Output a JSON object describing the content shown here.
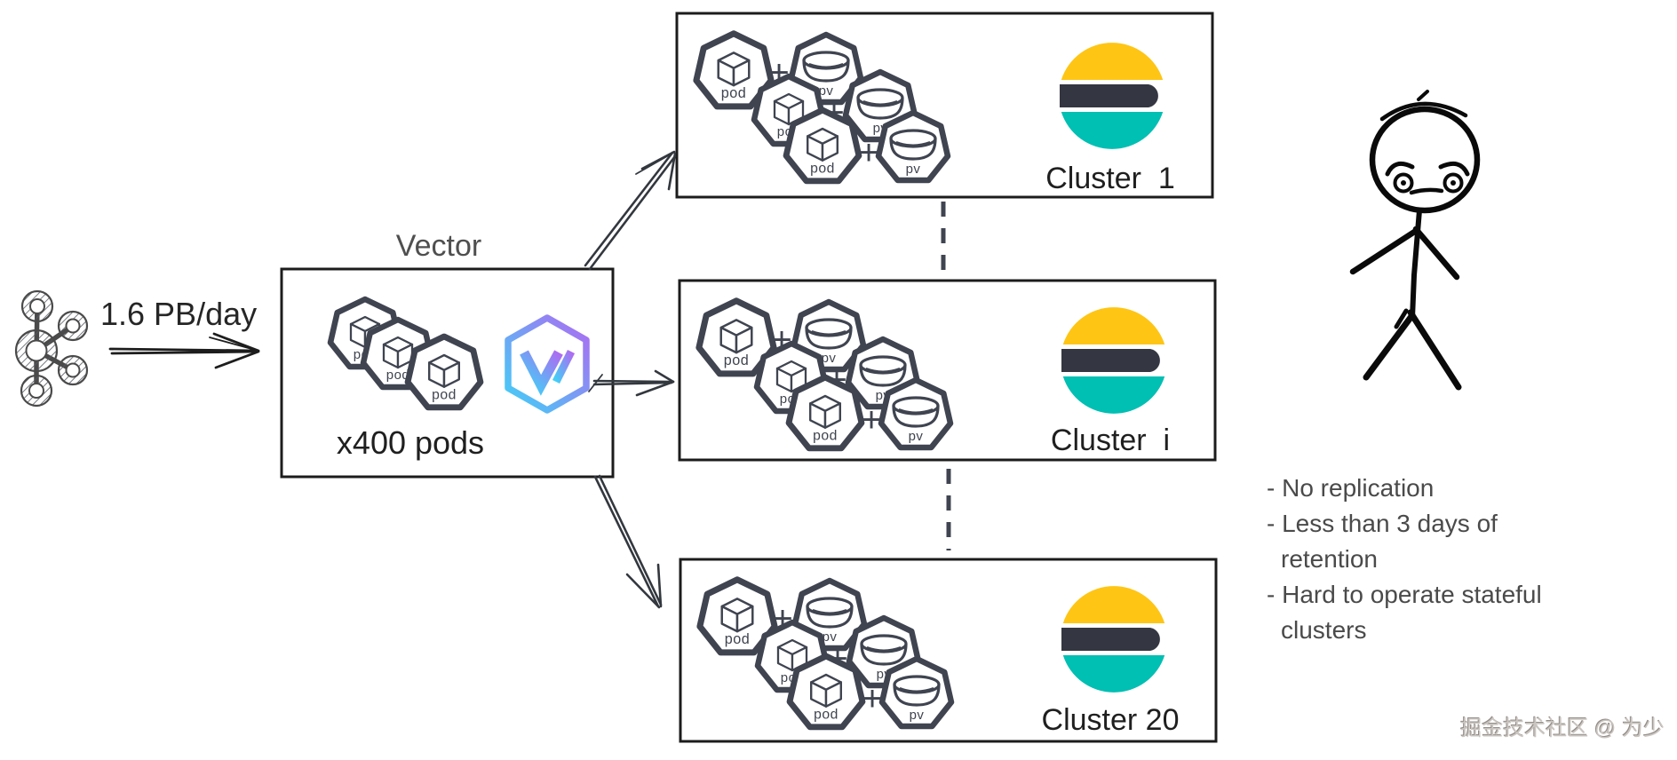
{
  "source": {
    "icon": "kafka-logo",
    "rate_label": "1.6 PB/day"
  },
  "vector": {
    "title": "Vector",
    "pods_count_label": "x400 pods",
    "logo": "vector-logo"
  },
  "icon_labels": {
    "pod": "pod",
    "pv": "pv",
    "plus": "+"
  },
  "clusters": [
    {
      "label": "Cluster  1"
    },
    {
      "label": "Cluster  i"
    },
    {
      "label": "Cluster 20"
    }
  ],
  "notes": [
    "- No replication",
    "- Less than 3 days of retention",
    "- Hard to operate stateful clusters"
  ],
  "watermark": "掘金技术社区 @ 为少",
  "colors": {
    "elastic_yellow": "#FEC514",
    "elastic_dark": "#343741",
    "elastic_teal": "#00BFB3",
    "vector_cyan": "#41D0F7",
    "vector_purple": "#AE6BF2",
    "sketch_ink": "#3F4450",
    "line_ink": "#1F1F1F",
    "note_gray": "#4A4A4A"
  }
}
